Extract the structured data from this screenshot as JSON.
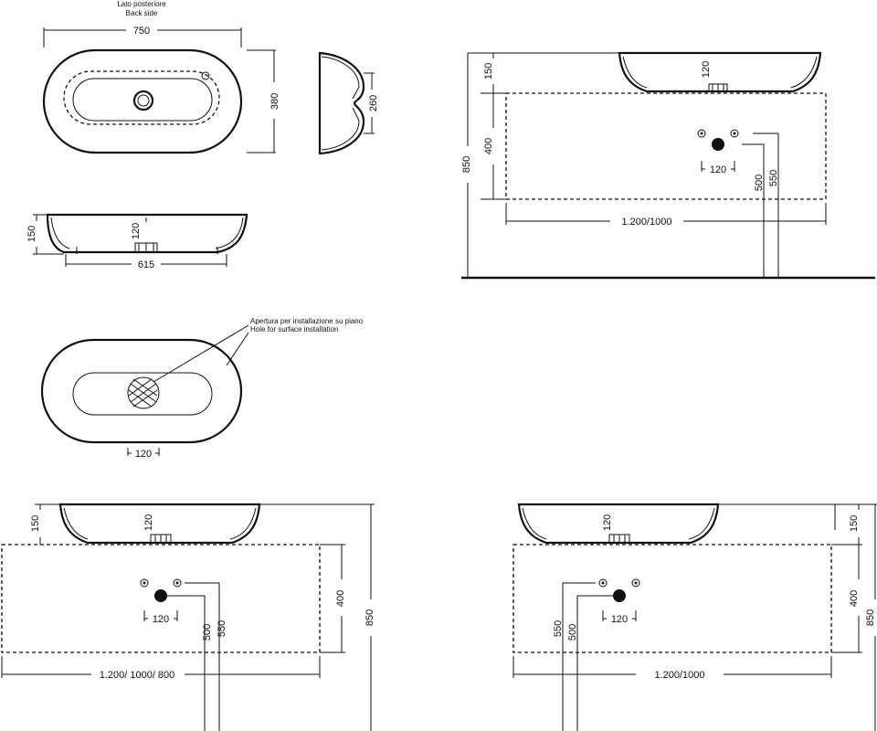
{
  "top_view": {
    "back_side_it": "Lato posteriore",
    "back_side_en": "Back side",
    "width": "750",
    "depth": "380"
  },
  "side_view": {
    "height": "260"
  },
  "front_view": {
    "height": "150",
    "drain": "120",
    "base": "615"
  },
  "installation_hole": {
    "note_it": "Apertura per installazione su piano",
    "note_en": "Hole for surface installation",
    "hole": "120"
  },
  "cabinet_top_right": {
    "basin_height": "150",
    "drain": "120",
    "cabinet_height": "400",
    "total_height": "850",
    "pipe_spacing": "120",
    "pipe_a": "500",
    "pipe_b": "550",
    "cabinet_width": "1.200/1000"
  },
  "cabinet_bottom_left": {
    "basin_height": "150",
    "drain": "120",
    "cabinet_height": "400",
    "total_height": "850",
    "pipe_spacing": "120",
    "pipe_a": "500",
    "pipe_b": "550",
    "cabinet_width": "1.200/ 1000/ 800"
  },
  "cabinet_bottom_right": {
    "basin_height": "150",
    "drain": "120",
    "cabinet_height": "400",
    "total_height": "850",
    "pipe_spacing": "120",
    "pipe_a": "550",
    "pipe_b": "500",
    "cabinet_width": "1.200/1000"
  }
}
